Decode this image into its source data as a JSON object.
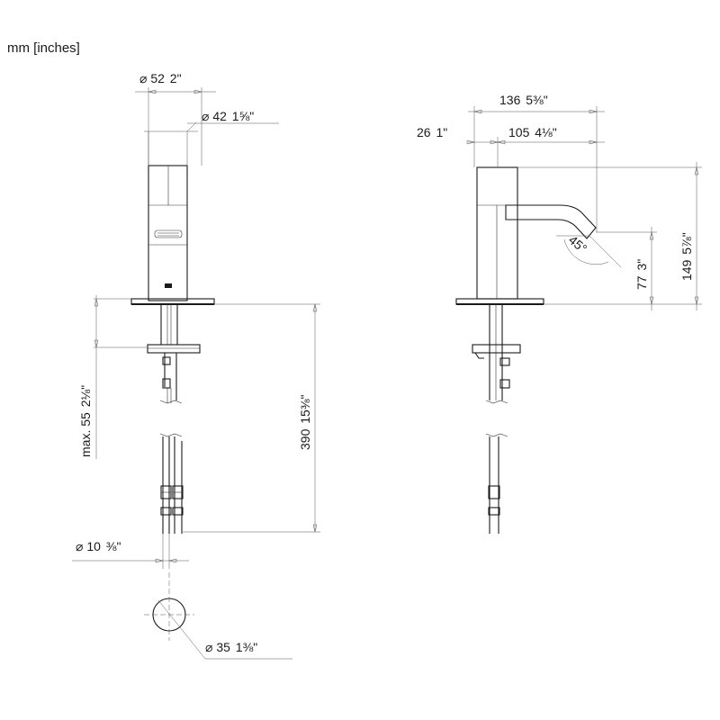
{
  "units_label": "mm [inches]",
  "dimensions": {
    "top_outer_diameter": {
      "metric": "⌀ 52",
      "imperial": "2\""
    },
    "top_inner_diameter": {
      "metric": "⌀ 42",
      "imperial": "1⅝\""
    },
    "side_total_reach": {
      "metric": "136",
      "imperial": "5⅜\""
    },
    "side_body_width": {
      "metric": "26",
      "imperial": "1\""
    },
    "side_spout_reach": {
      "metric": "105",
      "imperial": "4⅛\""
    },
    "spout_angle": {
      "metric": "45°"
    },
    "side_total_height": {
      "metric": "149",
      "imperial": "5⅞\""
    },
    "spout_height": {
      "metric": "77",
      "imperial": "3\""
    },
    "max_deck_thickness": {
      "metric": "max. 55",
      "imperial": "2⅛\""
    },
    "supply_length": {
      "metric": "390",
      "imperial": "15⅜\""
    },
    "supply_diameter": {
      "metric": "⌀ 10",
      "imperial": "⅜\""
    },
    "hole_diameter": {
      "metric": "⌀ 35",
      "imperial": "1⅜\""
    }
  }
}
